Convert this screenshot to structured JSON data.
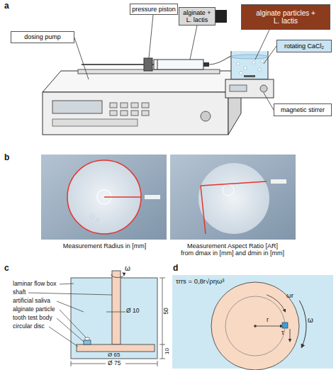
{
  "diagram": {
    "nodes": [
      {
        "text": [
          "pressure piston"
        ]
      },
      {
        "text": [
          "alginate + L. lactis"
        ]
      },
      {
        "text": [
          "alginate particles + L. lactis"
        ]
      },
      {
        "text": [
          "dosing pump"
        ]
      },
      {
        "text": [
          "rotating CaCl₂"
        ]
      },
      {
        "text": [
          "magnetic stirrer"
        ]
      }
    ],
    "labels": [
      "a",
      "b",
      "Measurement Radius in [mm]",
      "Measurement Aspect Ratio [AR] from dmax in [mm] and dmin in [mm]",
      "c",
      "d",
      "ω",
      "laminar flow box",
      "shaft",
      "Ø 10",
      "artificial saliva",
      "alginate particle",
      "tooth test body",
      "circular disc",
      "50",
      "Ø 65",
      "10",
      "Ø 75",
      "τrrs = 0,8r√ρηω³",
      "ωr",
      "r",
      "τ",
      "ω"
    ]
  }
}
